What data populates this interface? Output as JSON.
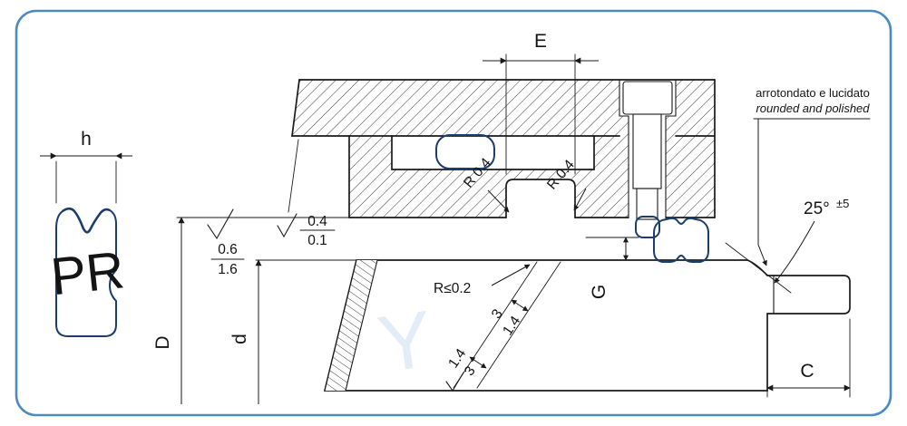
{
  "colors": {
    "accent": "#4d8ac0",
    "line": "#1a1a1a",
    "seal-base": "#6a9ad2",
    "seal-stripe": "#e7eff9",
    "seal-outline": "#1c3e6e",
    "watermark": "#e3edf8"
  },
  "labels": {
    "h": "h",
    "E": "E",
    "D": "D",
    "d": "d",
    "G": "G",
    "C": "C",
    "r_left": "R 0.4",
    "r_right": "R 0.4",
    "r_max": "R≤0.2",
    "angle": "25°",
    "angle_tol": "±5",
    "note_line1": "arrotondato e lucidato",
    "note_line2": "rounded and polished",
    "rough1_top": "0.4",
    "rough1_bot": "0.1",
    "rough2_top": "0.6",
    "rough2_bot": "1.6",
    "cham_up_1": "3",
    "cham_up_2": "1.4",
    "cham_lo_1": "1.4",
    "cham_lo_2": "3"
  },
  "watermark": {
    "over": "PR",
    "under": "Y"
  }
}
